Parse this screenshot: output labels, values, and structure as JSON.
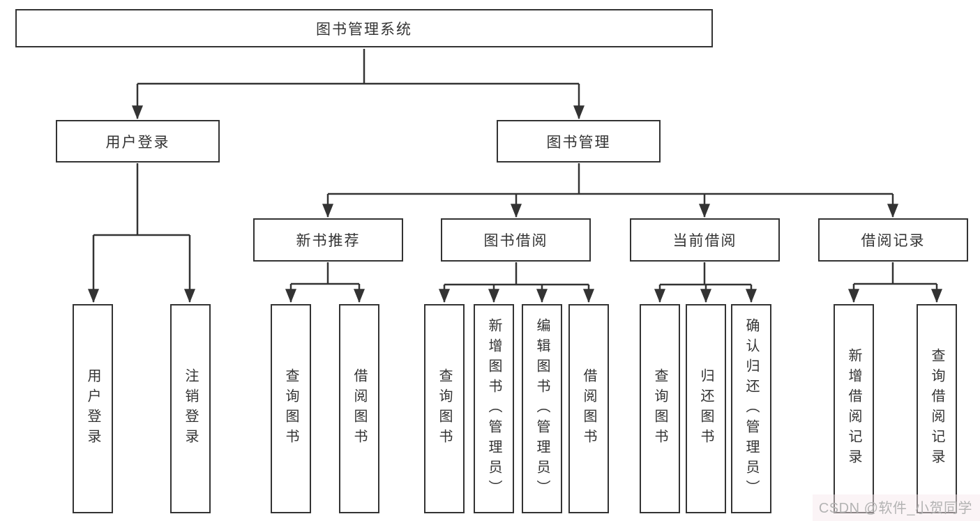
{
  "colors": {
    "line": "#333333",
    "text": "#333333",
    "background": "#ffffff",
    "watermark_text": "#b3b3b3"
  },
  "tree": {
    "root": {
      "label": "图书管理系统"
    },
    "level2": [
      {
        "label": "用户登录"
      },
      {
        "label": "图书管理"
      }
    ],
    "level3": [
      {
        "label": "新书推荐"
      },
      {
        "label": "图书借阅"
      },
      {
        "label": "当前借阅"
      },
      {
        "label": "借阅记录"
      }
    ],
    "leaves": [
      {
        "label": "用户登录"
      },
      {
        "label": "注销登录"
      },
      {
        "label": "查询图书"
      },
      {
        "label": "借阅图书"
      },
      {
        "label": "查询图书"
      },
      {
        "label": "新增图书（管理员）"
      },
      {
        "label": "编辑图书（管理员）"
      },
      {
        "label": "借阅图书"
      },
      {
        "label": "查询图书"
      },
      {
        "label": "归还图书"
      },
      {
        "label": "确认归还（管理员）"
      },
      {
        "label": "新增借阅记录"
      },
      {
        "label": "查询借阅记录"
      }
    ]
  },
  "watermark": {
    "text": "CSDN @软件_小贺同学"
  }
}
